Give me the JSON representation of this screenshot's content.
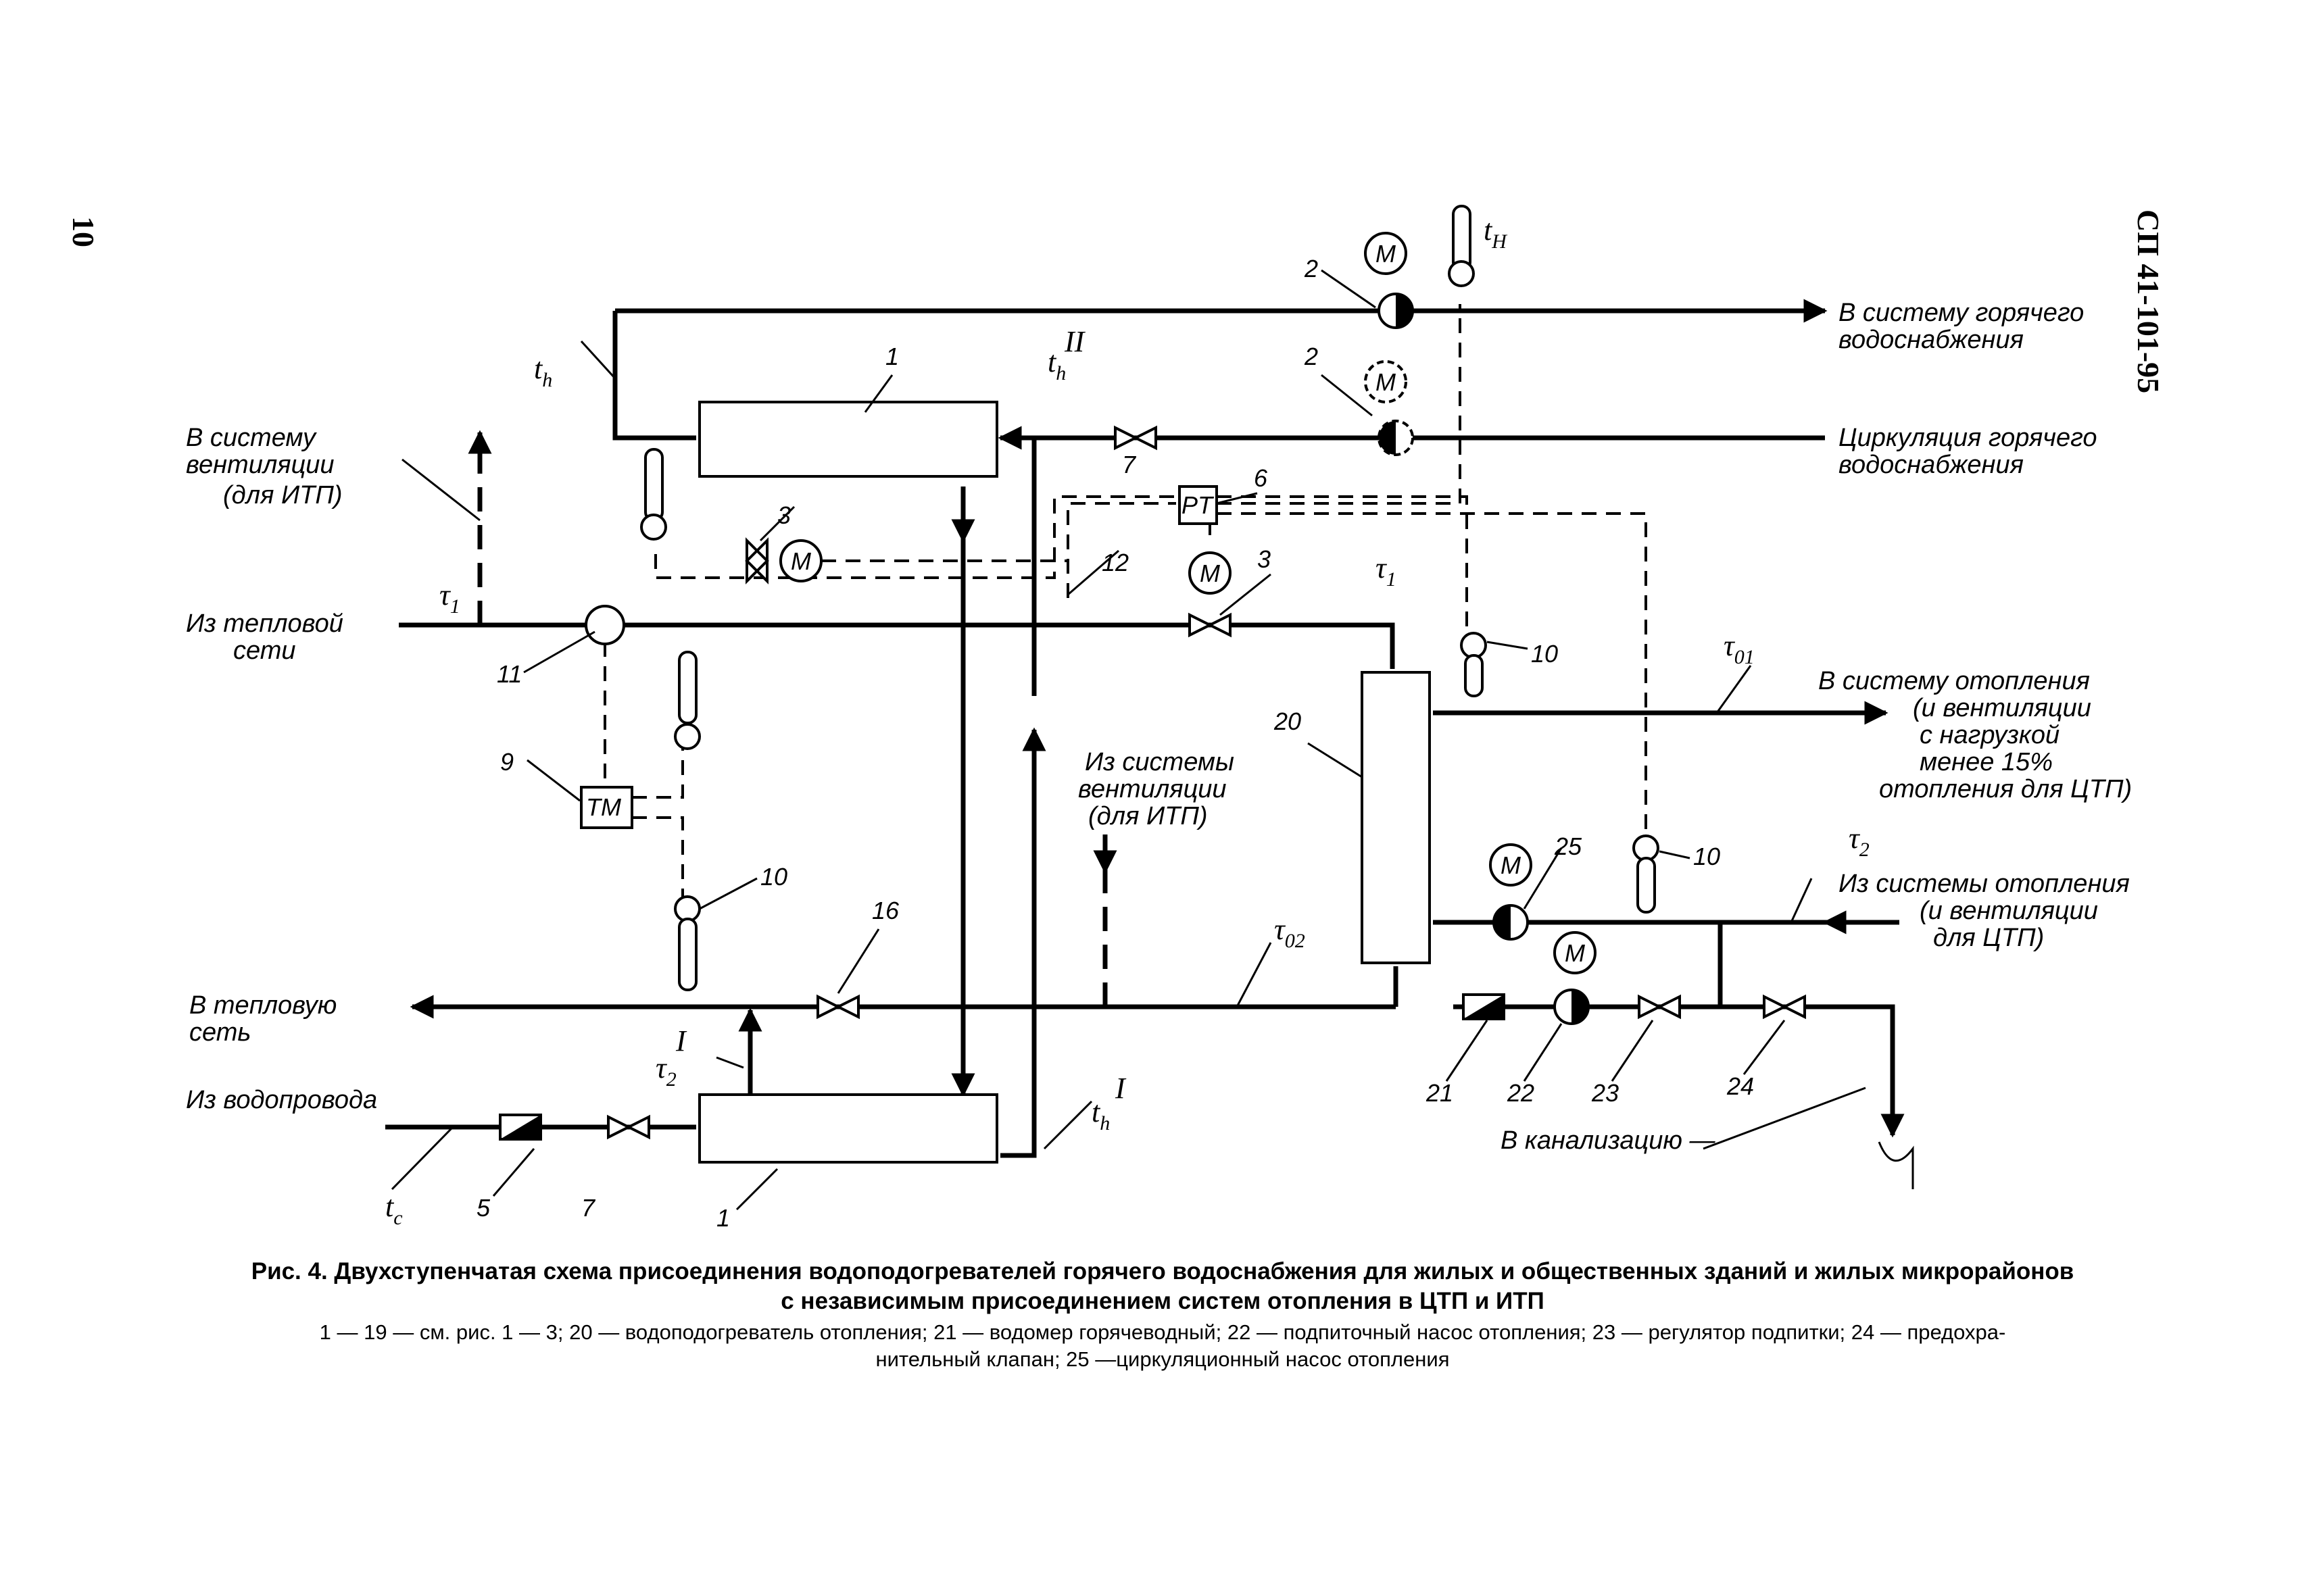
{
  "page": {
    "number": "10",
    "doc_code": "СП 41-101-95"
  },
  "labels": {
    "to_hot_water": [
      "В систему горячего",
      "водоснабжения"
    ],
    "circ_hot_water": [
      "Циркуляция горячего",
      "водоснабжения"
    ],
    "to_ventilation_itp": [
      "В систему",
      "вентиляции",
      "(для ИТП)"
    ],
    "from_heat_network": [
      "Из тепловой",
      "сети"
    ],
    "to_heating": [
      "В систему отопления",
      "(и вентиляции",
      "с нагрузкой",
      "менее 15%",
      "отопления для ЦТП)"
    ],
    "from_ventilation_itp": [
      "Из системы",
      "вентиляции",
      "(для ИТП)"
    ],
    "from_heating": [
      "Из системы отопления",
      "(и вентиляции",
      "для ЦТП)"
    ],
    "to_heat_network": [
      "В тепловую",
      "сеть"
    ],
    "from_water_supply": "Из водопровода",
    "to_sewer": "В канализацию —"
  },
  "symbols": {
    "t_h": "t",
    "t_h_sub": "h",
    "t_h_II_sup": "II",
    "t_h_I_sup": "I",
    "t_n": "t",
    "t_n_sub": "Н",
    "tau": "τ",
    "tau1_sub": "1",
    "tau01_sub": "01",
    "tau02_sub": "02",
    "tau2_sub": "2",
    "tau2_I_sup": "I",
    "t_c": "t",
    "t_c_sub": "с"
  },
  "device_labels": {
    "M": "M",
    "PT": "PT",
    "TM": "TM"
  },
  "numbers": {
    "n1_top": "1",
    "n1_bottom": "1",
    "n2_top": "2",
    "n2_mid": "2",
    "n3_left": "3",
    "n3_right": "3",
    "n5": "5",
    "n6": "6",
    "n7_top": "7",
    "n7_bottom": "7",
    "n9": "9",
    "n10_left": "10",
    "n10_right": "10",
    "n10_far": "10",
    "n11": "11",
    "n12": "12",
    "n16": "16",
    "n20": "20",
    "n21": "21",
    "n22": "22",
    "n23": "23",
    "n24": "24",
    "n25": "25"
  },
  "caption": {
    "title_line1": "Рис. 4. Двухступенчатая схема присоединения водоподогревателей горячего водоснабжения для жилых и общественных зданий и жилых микрорайонов",
    "title_line2": "с независимым присоединением систем отопления в ЦТП и ИТП",
    "legend_line1": "1 — 19 — см. рис. 1 — 3; 20 — водоподогреватель отопления; 21 — водомер горячеводный; 22 — подпиточный насос отопления; 23 — регулятор подпитки; 24 — предохра-",
    "legend_line2": "нительный клапан; 25 —циркуляционный насос отопления"
  }
}
